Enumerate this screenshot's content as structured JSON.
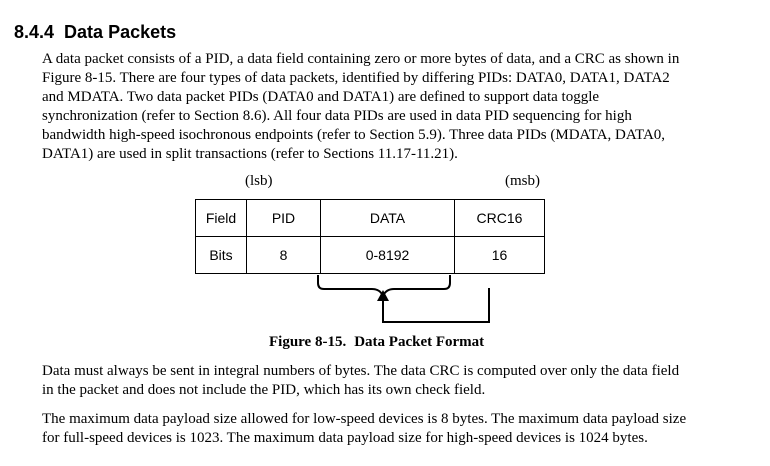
{
  "section": {
    "number": "8.4.4",
    "title": "Data Packets"
  },
  "paragraph1": [
    "A data packet consists of a PID, a data field containing zero or more bytes of data, and a CRC as shown in",
    "Figure 8-15.  There are four types of data packets, identified by differing PIDs:  DATA0, DATA1, DATA2",
    "and MDATA.  Two data packet PIDs (DATA0 and DATA1) are defined to support data toggle",
    "synchronization (refer to Section 8.6).  All four data PIDs are used in data PID sequencing for high",
    "bandwidth high-speed isochronous endpoints (refer to Section 5.9).  Three data PIDs (MDATA, DATA0,",
    "DATA1) are used in split transactions (refer to Sections 11.17-11.21)."
  ],
  "figure": {
    "lsb_label": "(lsb)",
    "msb_label": "(msb)",
    "table": {
      "rows": [
        [
          "Field",
          "PID",
          "DATA",
          "CRC16"
        ],
        [
          "Bits",
          "8",
          "0-8192",
          "16"
        ]
      ]
    },
    "caption_number": "Figure 8-15.",
    "caption_title": "Data Packet Format"
  },
  "paragraph2": [
    "Data must always be sent in integral numbers of bytes.  The data CRC is computed over only the data field",
    "in the packet and does not include the PID, which has its own check field."
  ],
  "paragraph3": [
    "The maximum data payload size allowed for low-speed devices is 8 bytes.  The maximum data payload size",
    "for full-speed devices is 1023.  The maximum data payload size for high-speed devices is 1024 bytes."
  ]
}
